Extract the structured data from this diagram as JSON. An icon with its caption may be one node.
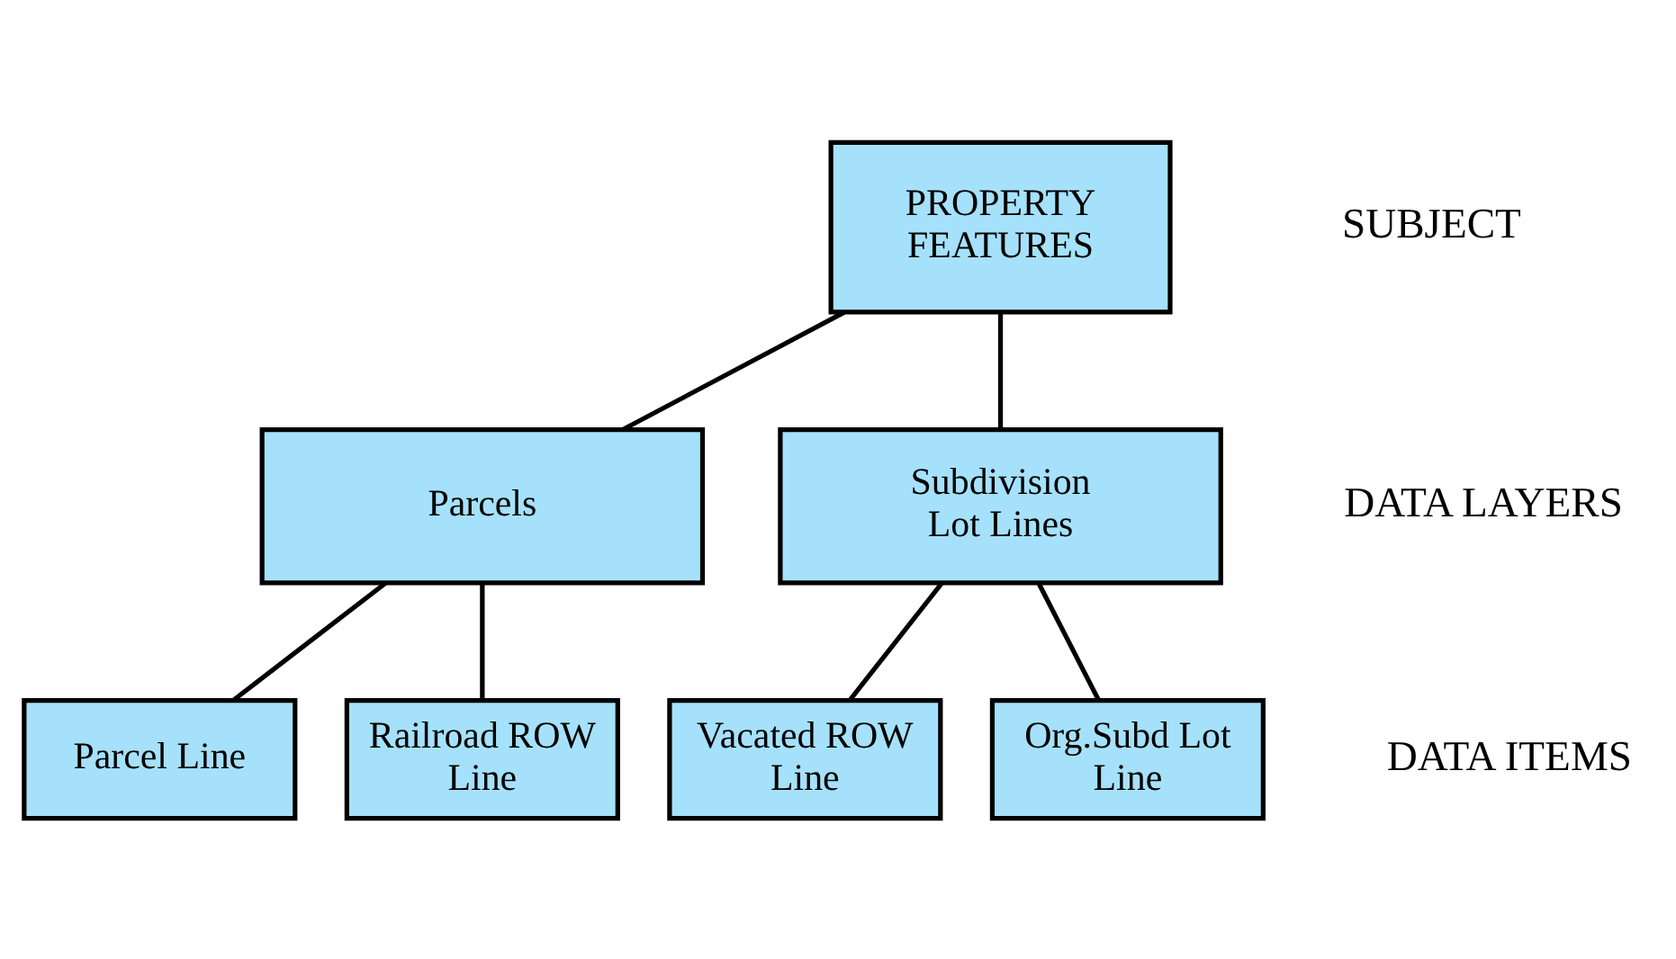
{
  "diagram": {
    "nodes": [
      {
        "text": [
          "PROPERTY FEATURES"
        ]
      },
      {
        "text": [
          "Parcels"
        ]
      },
      {
        "text": [
          "Subdivision Lot Lines"
        ]
      },
      {
        "text": [
          "Parcel Line"
        ]
      },
      {
        "text": [
          "Railroad ROW Line"
        ]
      },
      {
        "text": [
          "Vacated ROW Line"
        ]
      },
      {
        "text": [
          "Org.Subd Lot Line"
        ]
      }
    ],
    "edges": [
      {
        "from": 0,
        "to": 1,
        "arrow": "none"
      },
      {
        "from": 0,
        "to": 2,
        "arrow": "none"
      },
      {
        "from": 1,
        "to": 3,
        "arrow": "none"
      },
      {
        "from": 1,
        "to": 4,
        "arrow": "none"
      },
      {
        "from": 2,
        "to": 5,
        "arrow": "none"
      },
      {
        "from": 2,
        "to": 6,
        "arrow": "none"
      }
    ],
    "labels": [
      "SUBJECT",
      "DATA LAYERS",
      "DATA ITEMS"
    ]
  }
}
